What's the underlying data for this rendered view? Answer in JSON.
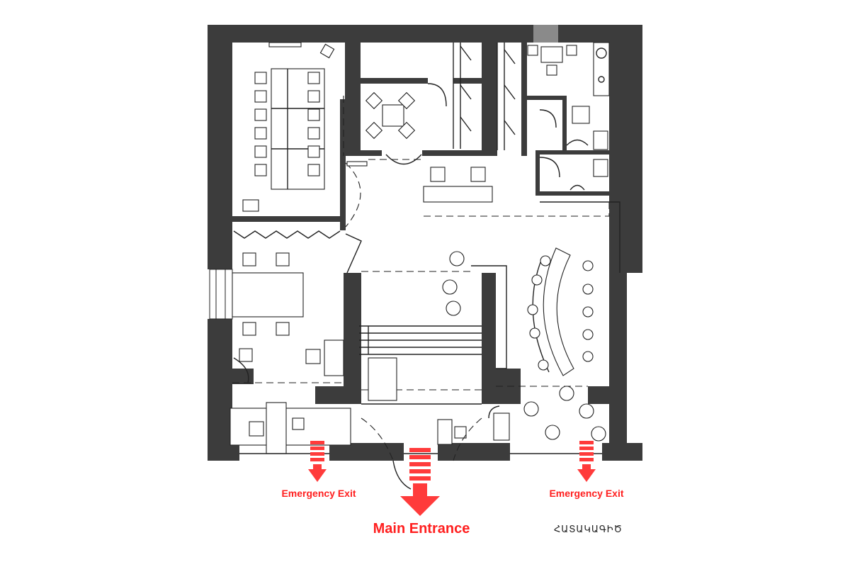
{
  "labels": {
    "emergency_exit_left": "Emergency Exit",
    "emergency_exit_right": "Emergency Exit",
    "main_entrance": "Main Entrance",
    "signature": "ՀԱՏԱԿԱԳԻԾ"
  },
  "colors": {
    "wall": "#3c3c3c",
    "exit_red": "#ff3b3b",
    "background": "#ffffff"
  }
}
